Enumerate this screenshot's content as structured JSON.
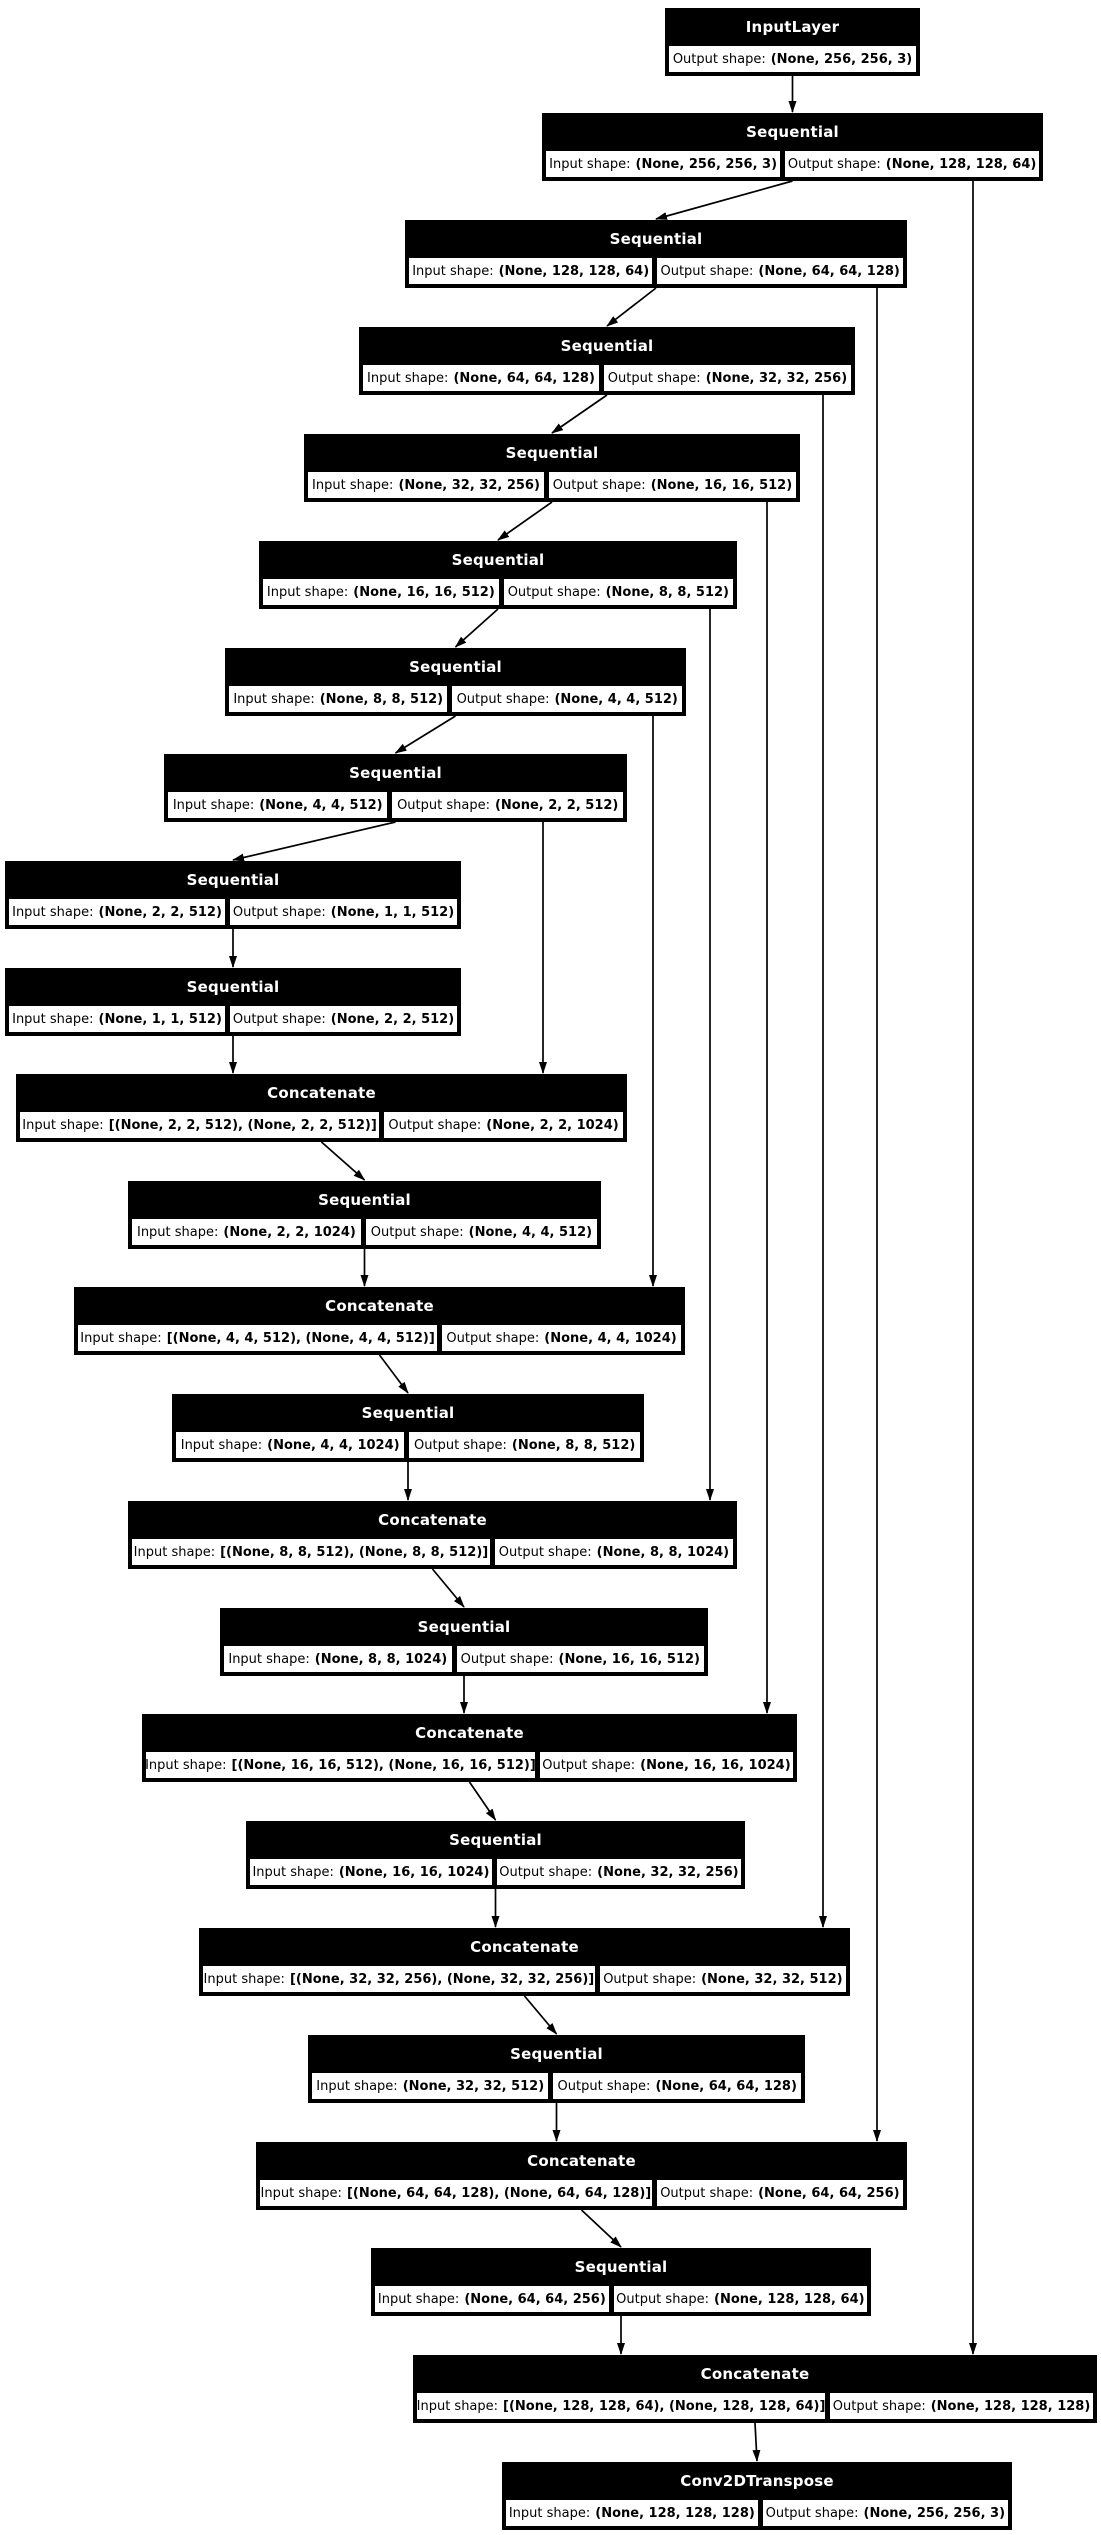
{
  "diagram": {
    "kind": "keras-model-plot",
    "colors": {
      "background": "#ffffff",
      "node_header_bg": "#000000",
      "node_header_text": "#ffffff",
      "cell_bg": "#ffffff",
      "cell_text": "#000000",
      "edge": "#000000"
    },
    "labels": {
      "input": "Input shape:",
      "output": "Output shape:"
    },
    "nodes": [
      {
        "title": "InputLayer",
        "output_shape": "(None, 256, 256, 3)"
      },
      {
        "title": "Sequential",
        "input_shape": "(None, 256, 256, 3)",
        "output_shape": "(None, 128, 128, 64)"
      },
      {
        "title": "Sequential",
        "input_shape": "(None, 128, 128, 64)",
        "output_shape": "(None, 64, 64, 128)"
      },
      {
        "title": "Sequential",
        "input_shape": "(None, 64, 64, 128)",
        "output_shape": "(None, 32, 32, 256)"
      },
      {
        "title": "Sequential",
        "input_shape": "(None, 32, 32, 256)",
        "output_shape": "(None, 16, 16, 512)"
      },
      {
        "title": "Sequential",
        "input_shape": "(None, 16, 16, 512)",
        "output_shape": "(None, 8, 8, 512)"
      },
      {
        "title": "Sequential",
        "input_shape": "(None, 8, 8, 512)",
        "output_shape": "(None, 4, 4, 512)"
      },
      {
        "title": "Sequential",
        "input_shape": "(None, 4, 4, 512)",
        "output_shape": "(None, 2, 2, 512)"
      },
      {
        "title": "Sequential",
        "input_shape": "(None, 2, 2, 512)",
        "output_shape": "(None, 1, 1, 512)"
      },
      {
        "title": "Sequential",
        "input_shape": "(None, 1, 1, 512)",
        "output_shape": "(None, 2, 2, 512)"
      },
      {
        "title": "Concatenate",
        "input_shape": "[(None, 2, 2, 512), (None, 2, 2, 512)]",
        "output_shape": "(None, 2, 2, 1024)"
      },
      {
        "title": "Sequential",
        "input_shape": "(None, 2, 2, 1024)",
        "output_shape": "(None, 4, 4, 512)"
      },
      {
        "title": "Concatenate",
        "input_shape": "[(None, 4, 4, 512), (None, 4, 4, 512)]",
        "output_shape": "(None, 4, 4, 1024)"
      },
      {
        "title": "Sequential",
        "input_shape": "(None, 4, 4, 1024)",
        "output_shape": "(None, 8, 8, 512)"
      },
      {
        "title": "Concatenate",
        "input_shape": "[(None, 8, 8, 512), (None, 8, 8, 512)]",
        "output_shape": "(None, 8, 8, 1024)"
      },
      {
        "title": "Sequential",
        "input_shape": "(None, 8, 8, 1024)",
        "output_shape": "(None, 16, 16, 512)"
      },
      {
        "title": "Concatenate",
        "input_shape": "[(None, 16, 16, 512), (None, 16, 16, 512)]",
        "output_shape": "(None, 16, 16, 1024)"
      },
      {
        "title": "Sequential",
        "input_shape": "(None, 16, 16, 1024)",
        "output_shape": "(None, 32, 32, 256)"
      },
      {
        "title": "Concatenate",
        "input_shape": "[(None, 32, 32, 256), (None, 32, 32, 256)]",
        "output_shape": "(None, 32, 32, 512)"
      },
      {
        "title": "Sequential",
        "input_shape": "(None, 32, 32, 512)",
        "output_shape": "(None, 64, 64, 128)"
      },
      {
        "title": "Concatenate",
        "input_shape": "[(None, 64, 64, 128), (None, 64, 64, 128)]",
        "output_shape": "(None, 64, 64, 256)"
      },
      {
        "title": "Sequential",
        "input_shape": "(None, 64, 64, 256)",
        "output_shape": "(None, 128, 128, 64)"
      },
      {
        "title": "Concatenate",
        "input_shape": "[(None, 128, 128, 64), (None, 128, 128, 64)]",
        "output_shape": "(None, 128, 128, 128)"
      },
      {
        "title": "Conv2DTranspose",
        "input_shape": "(None, 128, 128, 128)",
        "output_shape": "(None, 256, 256, 3)"
      }
    ],
    "edges": {
      "main": [
        [
          0,
          1
        ],
        [
          1,
          2
        ],
        [
          2,
          3
        ],
        [
          3,
          4
        ],
        [
          4,
          5
        ],
        [
          5,
          6
        ],
        [
          6,
          7
        ],
        [
          7,
          8
        ],
        [
          8,
          9
        ],
        [
          9,
          10
        ],
        [
          10,
          11
        ],
        [
          11,
          12
        ],
        [
          12,
          13
        ],
        [
          13,
          14
        ],
        [
          14,
          15
        ],
        [
          15,
          16
        ],
        [
          16,
          17
        ],
        [
          17,
          18
        ],
        [
          18,
          19
        ],
        [
          19,
          20
        ],
        [
          20,
          21
        ],
        [
          21,
          22
        ],
        [
          22,
          23
        ]
      ],
      "skip": [
        [
          1,
          22
        ],
        [
          2,
          20
        ],
        [
          3,
          18
        ],
        [
          4,
          16
        ],
        [
          5,
          14
        ],
        [
          6,
          12
        ],
        [
          7,
          10
        ]
      ]
    }
  }
}
